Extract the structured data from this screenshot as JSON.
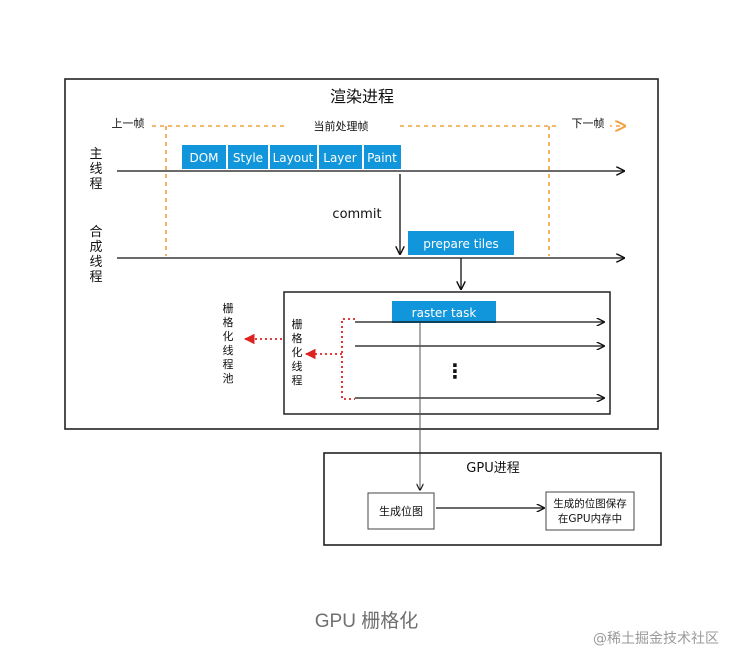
{
  "render_process": {
    "title": "渲染进程",
    "prev_frame": "上一帧",
    "current_frame": "当前处理帧",
    "next_frame": "下一帧",
    "main_thread": [
      "主",
      "线",
      "程"
    ],
    "compositor_thread": [
      "合",
      "成",
      "线",
      "程"
    ],
    "stages": [
      "DOM",
      "Style",
      "Layout",
      "Layer",
      "Paint"
    ],
    "commit": "commit",
    "prepare_tiles": "prepare tiles",
    "raster_task": "raster task",
    "raster_thread_inner": [
      "栅",
      "格",
      "化",
      "线",
      "程"
    ],
    "raster_pool": [
      "栅",
      "格",
      "化",
      "线",
      "程",
      "池"
    ],
    "ellipsis": "⋮"
  },
  "gpu_process": {
    "title": "GPU进程",
    "generate_bitmap": "生成位图",
    "save_bitmap": [
      "生成的位图保存",
      "在GPU内存中"
    ]
  },
  "caption": "GPU 栅格化",
  "watermark": "@稀土掘金技术社区",
  "colors": {
    "stage_blue": "#1296db",
    "frame_orange": "#f0a040",
    "dotted_red": "#dd2222"
  }
}
